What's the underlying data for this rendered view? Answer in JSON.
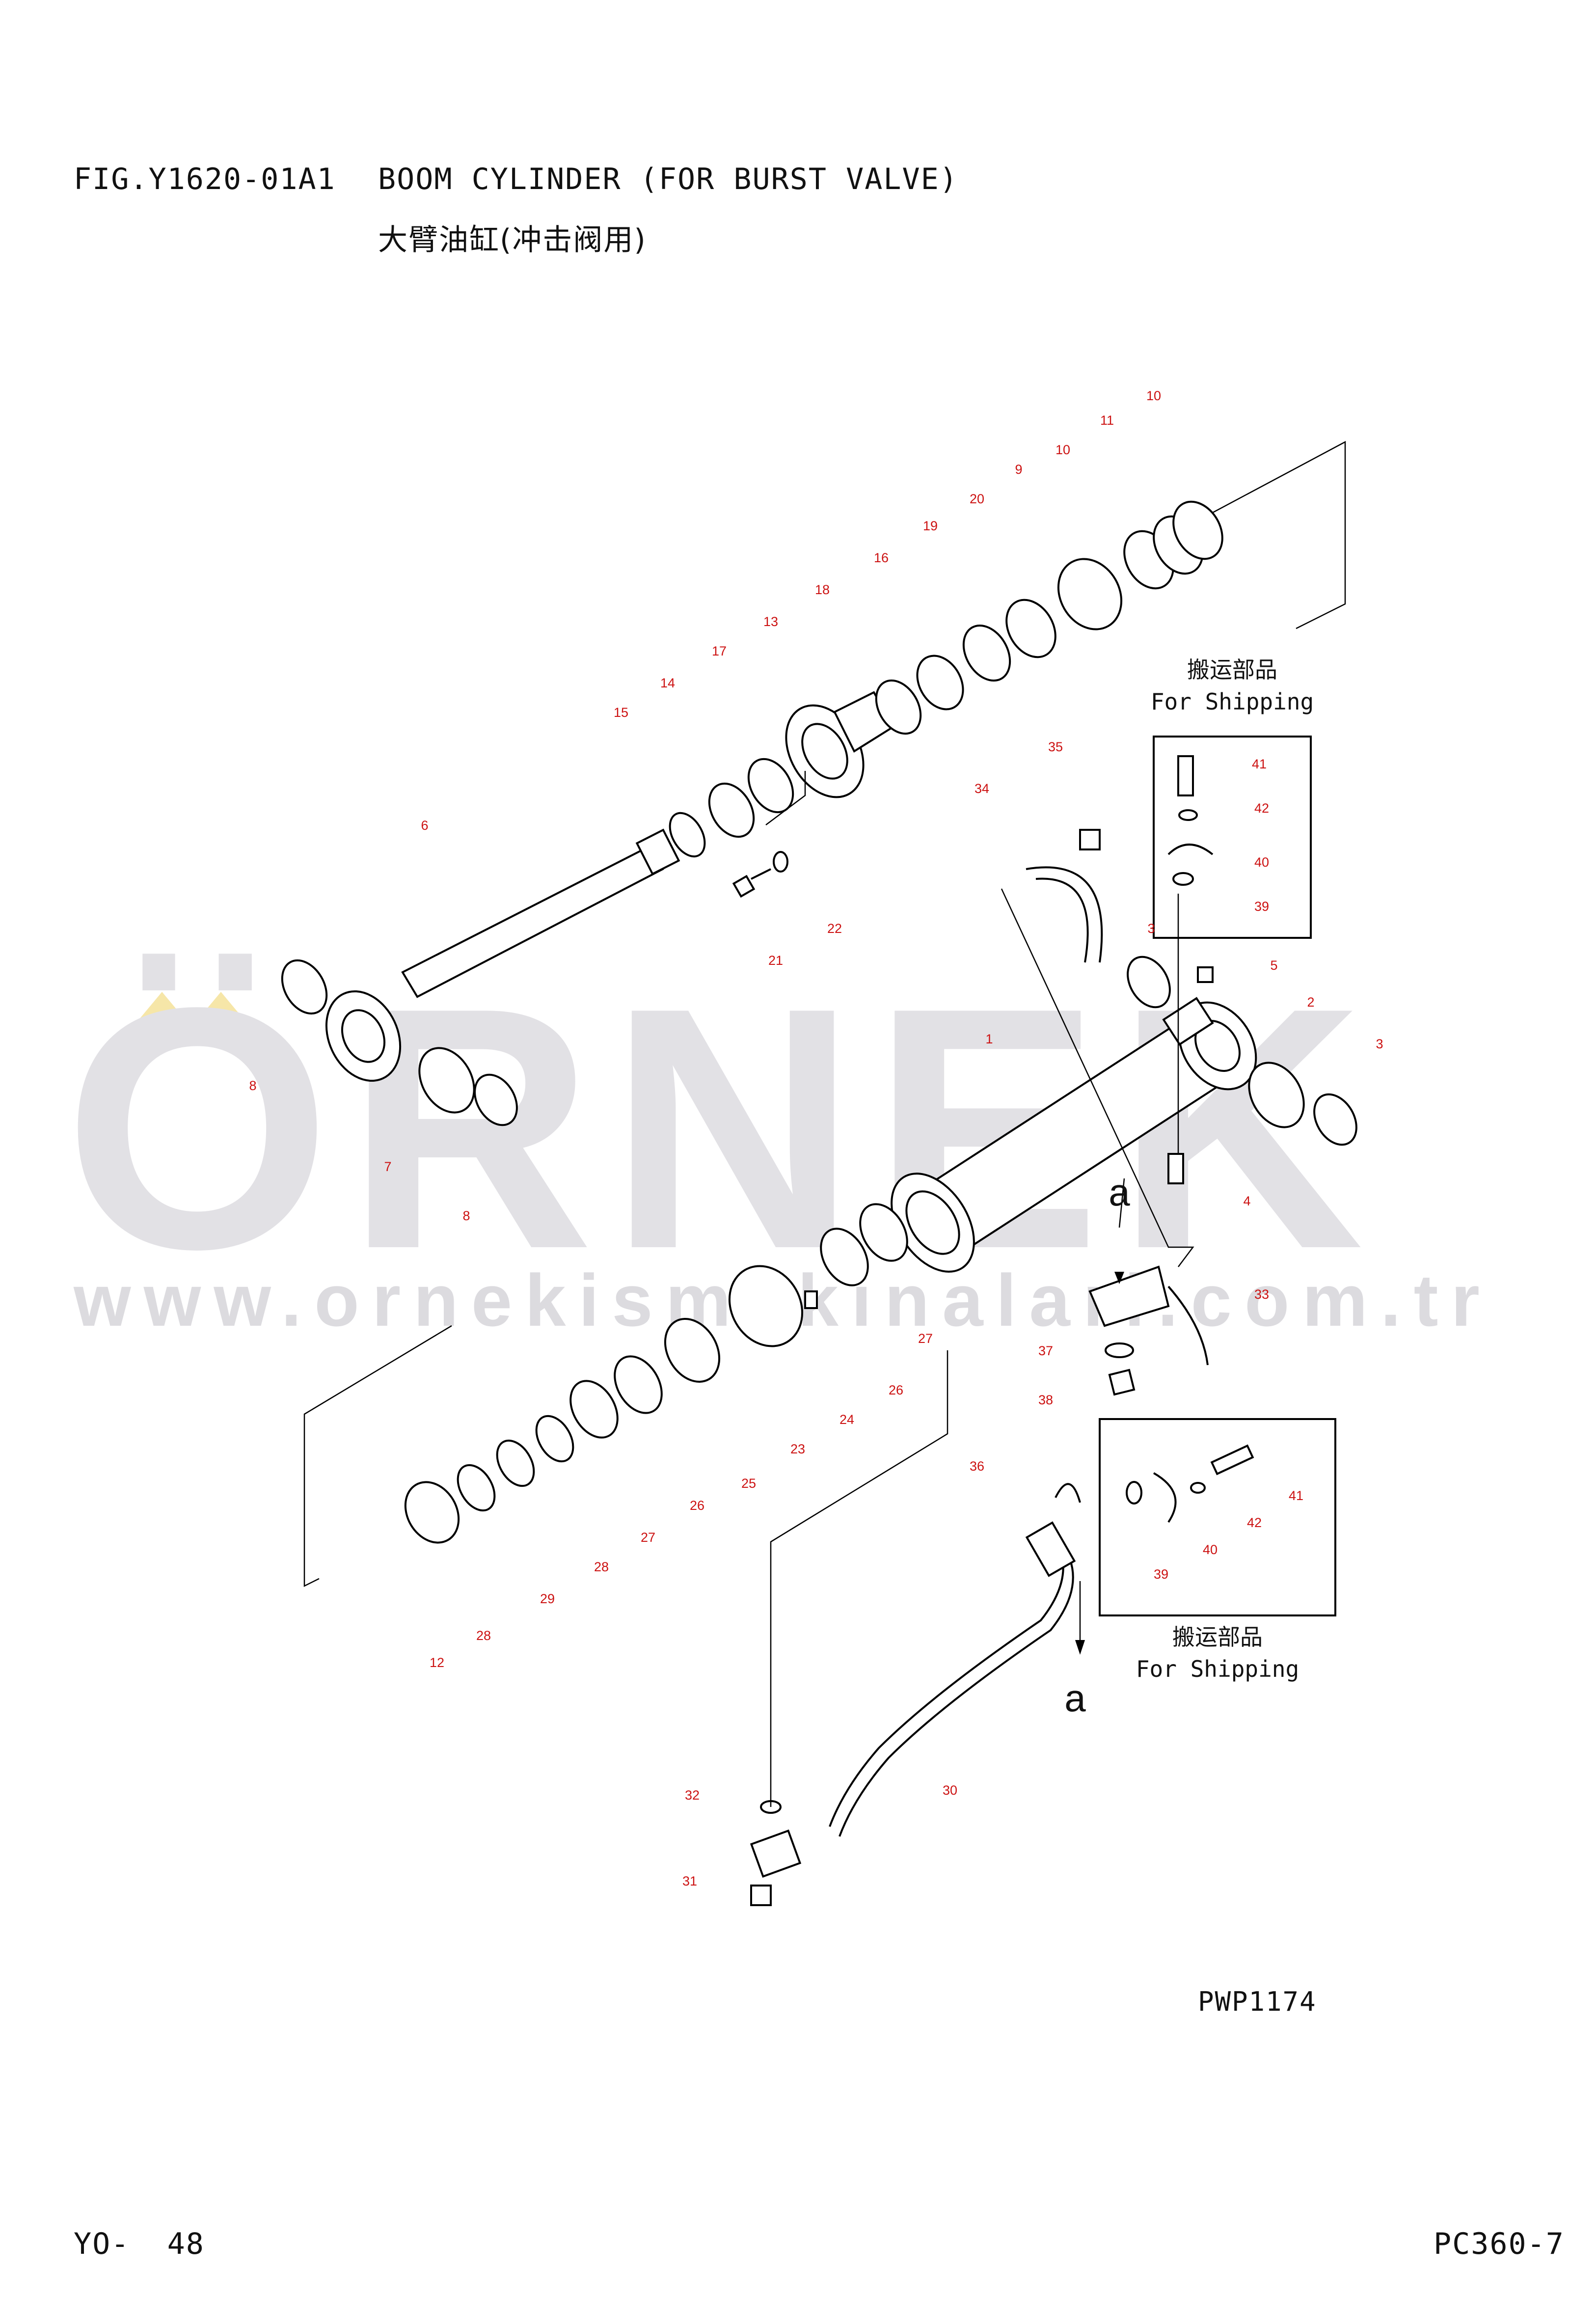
{
  "header": {
    "fig_id": "FIG.Y1620-01A1",
    "title": "BOOM CYLINDER (FOR BURST VALVE)",
    "title_cn": "大臂油缸(冲击阀用)"
  },
  "footer": {
    "page": "YO-  48",
    "model": "PC360-7",
    "drawing_code": "PWP1174"
  },
  "watermark": {
    "brand": "ÖRNEK",
    "url": "www.ornekismakinalari.com.tr"
  },
  "shipping_label_cn": "搬运部品",
  "shipping_label_en": "For Shipping",
  "arrow_label": "a",
  "callouts": [
    "10",
    "11",
    "10",
    "9",
    "20",
    "19",
    "16",
    "18",
    "13",
    "17",
    "14",
    "15",
    "6",
    "35",
    "34",
    "41",
    "42",
    "40",
    "39",
    "3",
    "5",
    "2",
    "3",
    "1",
    "4",
    "8",
    "7",
    "8",
    "22",
    "21",
    "33",
    "37",
    "38",
    "27",
    "26",
    "24",
    "23",
    "25",
    "26",
    "27",
    "28",
    "29",
    "28",
    "12",
    "36",
    "41",
    "42",
    "40",
    "39",
    "30",
    "32",
    "31"
  ]
}
